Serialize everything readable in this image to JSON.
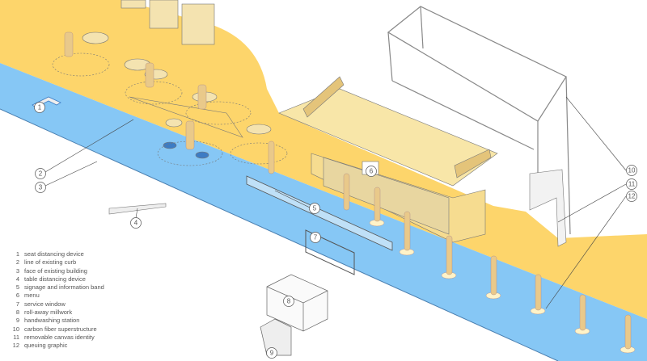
{
  "colors": {
    "ground": "#fdd56b",
    "curb": "#86c7f5",
    "kiosk": "#f8e6a8",
    "figure": "#e9c98a",
    "line": "#555555"
  },
  "callouts": [
    "1",
    "2",
    "3",
    "4",
    "5",
    "6",
    "7",
    "8",
    "9",
    "10",
    "11",
    "12"
  ],
  "legend": [
    {
      "num": "1",
      "label": "seat distancing device"
    },
    {
      "num": "2",
      "label": "line of existing curb"
    },
    {
      "num": "3",
      "label": "face of existing building"
    },
    {
      "num": "4",
      "label": "table distancing device"
    },
    {
      "num": "5",
      "label": "signage and information band"
    },
    {
      "num": "6",
      "label": "menu"
    },
    {
      "num": "7",
      "label": "service window"
    },
    {
      "num": "8",
      "label": "roll-away millwork"
    },
    {
      "num": "9",
      "label": "handwashing station"
    },
    {
      "num": "10",
      "label": "carbon fiber superstructure"
    },
    {
      "num": "11",
      "label": "removable canvas identity"
    },
    {
      "num": "12",
      "label": "queuing graphic"
    }
  ]
}
